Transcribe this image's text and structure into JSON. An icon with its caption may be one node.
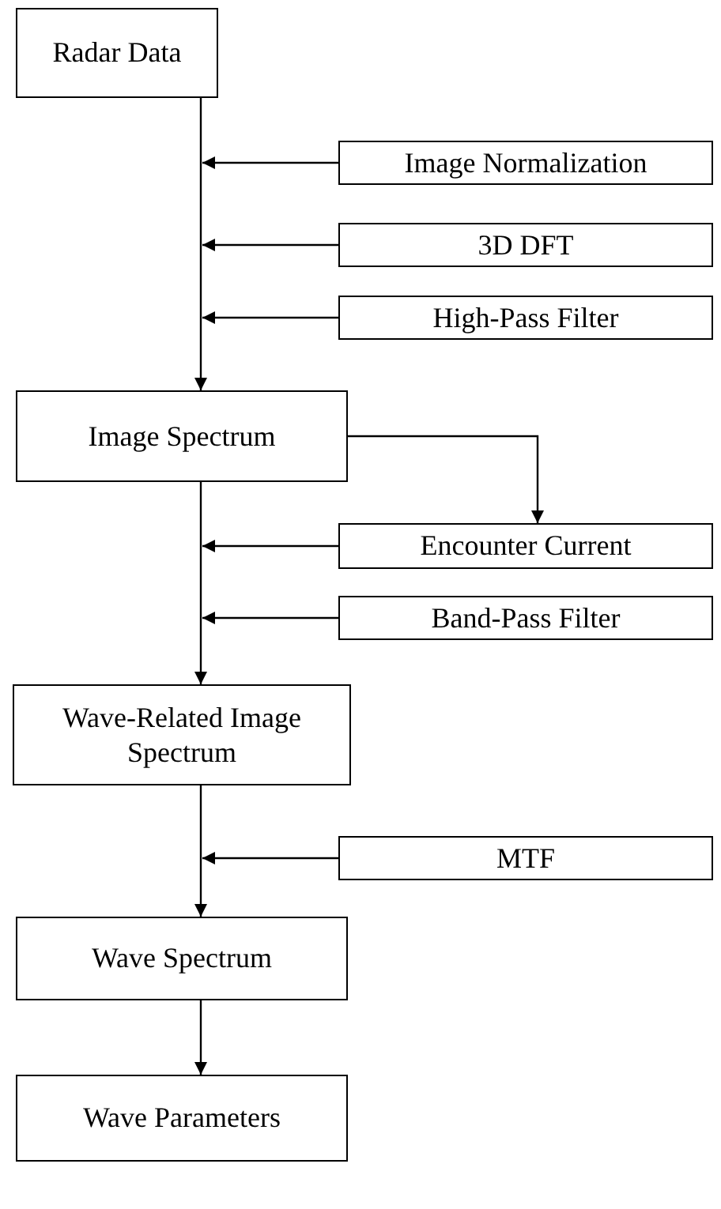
{
  "diagram": {
    "nodes": [
      {
        "text": [
          "Radar Data"
        ]
      },
      {
        "text": [
          "Image Normalization"
        ]
      },
      {
        "text": [
          "3D DFT"
        ]
      },
      {
        "text": [
          "High-Pass Filter"
        ]
      },
      {
        "text": [
          "Image Spectrum"
        ]
      },
      {
        "text": [
          "Encounter Current"
        ]
      },
      {
        "text": [
          "Band-Pass Filter"
        ]
      },
      {
        "text": [
          "Wave-Related Image Spectrum"
        ]
      },
      {
        "text": [
          "MTF"
        ]
      },
      {
        "text": [
          "Wave Spectrum"
        ]
      },
      {
        "text": [
          "Wave Parameters"
        ]
      }
    ],
    "edges": [
      {
        "from": 0,
        "to": 4,
        "arrow": "to"
      },
      {
        "from": 1,
        "to": null,
        "arrow": "to"
      },
      {
        "from": 2,
        "to": null,
        "arrow": "to"
      },
      {
        "from": 3,
        "to": null,
        "arrow": "to"
      },
      {
        "from": 4,
        "to": 5,
        "arrow": "to"
      },
      {
        "from": 4,
        "to": 7,
        "arrow": "to"
      },
      {
        "from": 5,
        "to": null,
        "arrow": "to"
      },
      {
        "from": 6,
        "to": null,
        "arrow": "to"
      },
      {
        "from": 7,
        "to": 9,
        "arrow": "to"
      },
      {
        "from": 8,
        "to": null,
        "arrow": "to"
      },
      {
        "from": 9,
        "to": 10,
        "arrow": "to"
      }
    ]
  }
}
